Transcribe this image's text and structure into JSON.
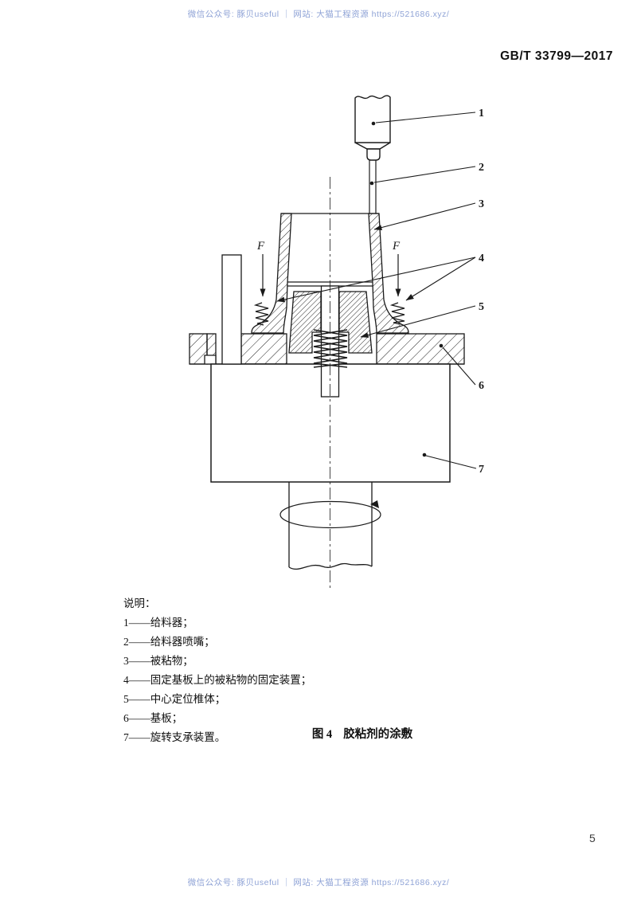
{
  "page": {
    "standard_code": "GB/T 33799—2017",
    "page_number": "5"
  },
  "watermarks": {
    "header": "微信公众号: 豚贝useful ｜ 网站: 大猫工程资源 https://521686.xyz/",
    "footer": "微信公众号: 豚贝useful ｜ 网站: 大猫工程资源 https://521686.xyz/"
  },
  "diagram": {
    "force_label": "F",
    "callout_numbers": [
      "1",
      "2",
      "3",
      "4",
      "5",
      "6",
      "7"
    ]
  },
  "legend": {
    "title": "说明：",
    "dash": "——",
    "items": [
      {
        "num": "1",
        "label": "给料器；"
      },
      {
        "num": "2",
        "label": "给料器喷嘴；"
      },
      {
        "num": "3",
        "label": "被粘物；"
      },
      {
        "num": "4",
        "label": "固定基板上的被粘物的固定装置；"
      },
      {
        "num": "5",
        "label": "中心定位椎体；"
      },
      {
        "num": "6",
        "label": "基板；"
      },
      {
        "num": "7",
        "label": "旋转支承装置。"
      }
    ]
  },
  "caption": {
    "label": "图 4",
    "title": "胶粘剂的涂敷"
  }
}
